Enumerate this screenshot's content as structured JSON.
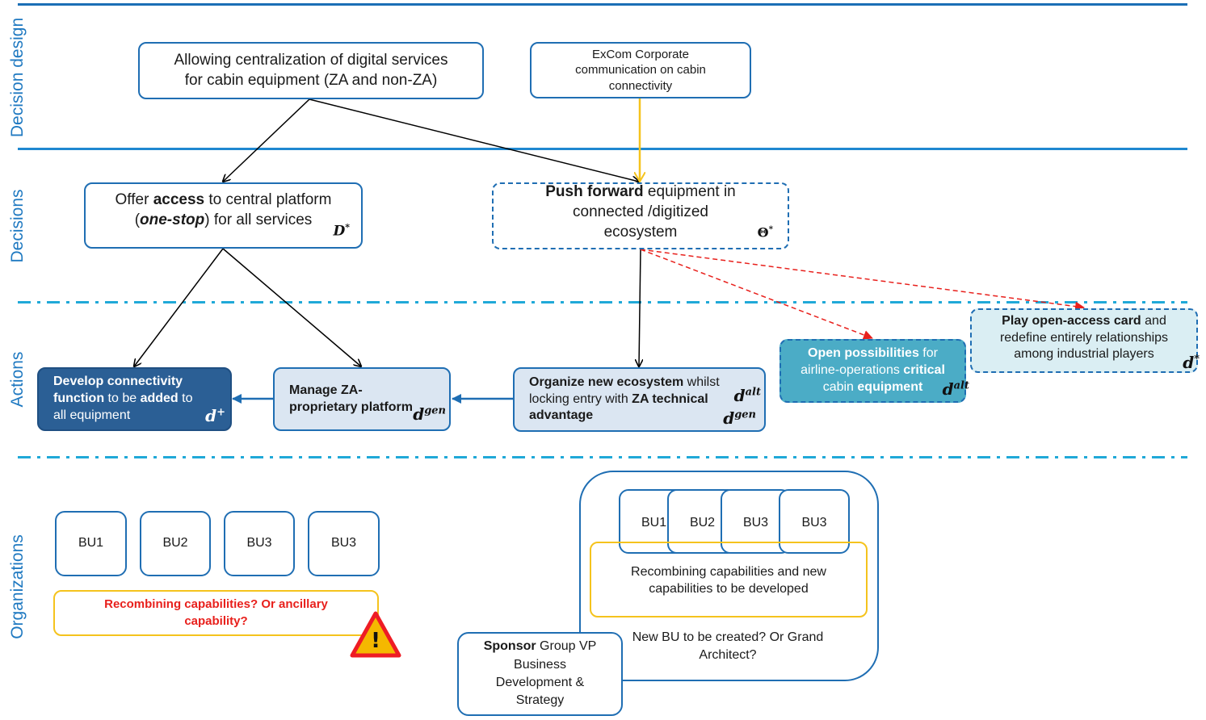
{
  "lanes": {
    "decision_design": "Decision design",
    "decisions": "Decisions",
    "actions": "Actions",
    "organizations": "Organizations"
  },
  "nodes": {
    "centralization": "Allowing centralization of digital services\nfor cabin equipment (ZA and non-ZA)",
    "excom": "ExCom Corporate\ncommunication on cabin\nconnectivity",
    "offer_access": {
      "t1": "Offer ",
      "b1": "access",
      "t2": " to central platform\n(",
      "bi1": "one-stop",
      "t3": ") for all services",
      "symbol": "D",
      "sup": "*"
    },
    "push_forward": {
      "b1": "Push forward",
      "t1": " equipment in\nconnected /digitized\necosystem",
      "symbol": "Θ",
      "sup": "*"
    },
    "develop": {
      "b1": "Develop connectivity\nfunction",
      "t1": " to be ",
      "b2": "added",
      "t2": " to\nall equipment",
      "symbol": "d",
      "sup": "+"
    },
    "manage_za": {
      "b1": "Manage ZA-\nproprietary platform",
      "symbol": "d",
      "sup": "gen"
    },
    "organize": {
      "b1": "Organize new ecosystem",
      "t1": " whilst\nlocking entry with ",
      "b2": "ZA technical\nadvantage",
      "symbol1": "d",
      "sup1": "alt",
      "symbol2": "d",
      "sup2": "gen"
    },
    "open_possibilities": {
      "b1": "Open possibilities",
      "t1": " for\nairline-operations ",
      "b2": "critical",
      "t2": "\ncabin ",
      "b3": "equipment",
      "symbol": "d",
      "sup": "alt"
    },
    "play_open_access": {
      "b1": "Play open-access card",
      "t1": " and\nredefine entirely relationships\namong industrial players",
      "symbol": "d",
      "sup": "*"
    }
  },
  "organizations": {
    "left_bus": [
      "BU1",
      "BU2",
      "BU3",
      "BU3"
    ],
    "left_question": "Recombining capabilities? Or ancillary\ncapability?",
    "warning_glyph": "!",
    "right_bus": [
      "BU1",
      "BU2",
      "BU3",
      "BU3"
    ],
    "right_recombining": "Recombining capabilities and new\ncapabilities to be developed",
    "right_question": "New BU to be created? Or Grand\nArchitect?",
    "sponsor": {
      "b1": "Sponsor",
      "t1": " Group VP\nBusiness\nDevelopment &\nStrategy"
    }
  },
  "colors": {
    "lane_text": "#1f79c1",
    "box_border": "#1f6eb3",
    "solid_line": "#1f88d0",
    "dashdot_line": "#20a9d8",
    "light_fill": "#dbe6f2",
    "dark_fill": "#2b5f95",
    "teal_fill": "#4bacc6",
    "pale_blue_fill": "#daeef3",
    "yellow": "#f5c31d",
    "red_dashed": "#e8201c",
    "warning_red": "#ee1c24"
  }
}
